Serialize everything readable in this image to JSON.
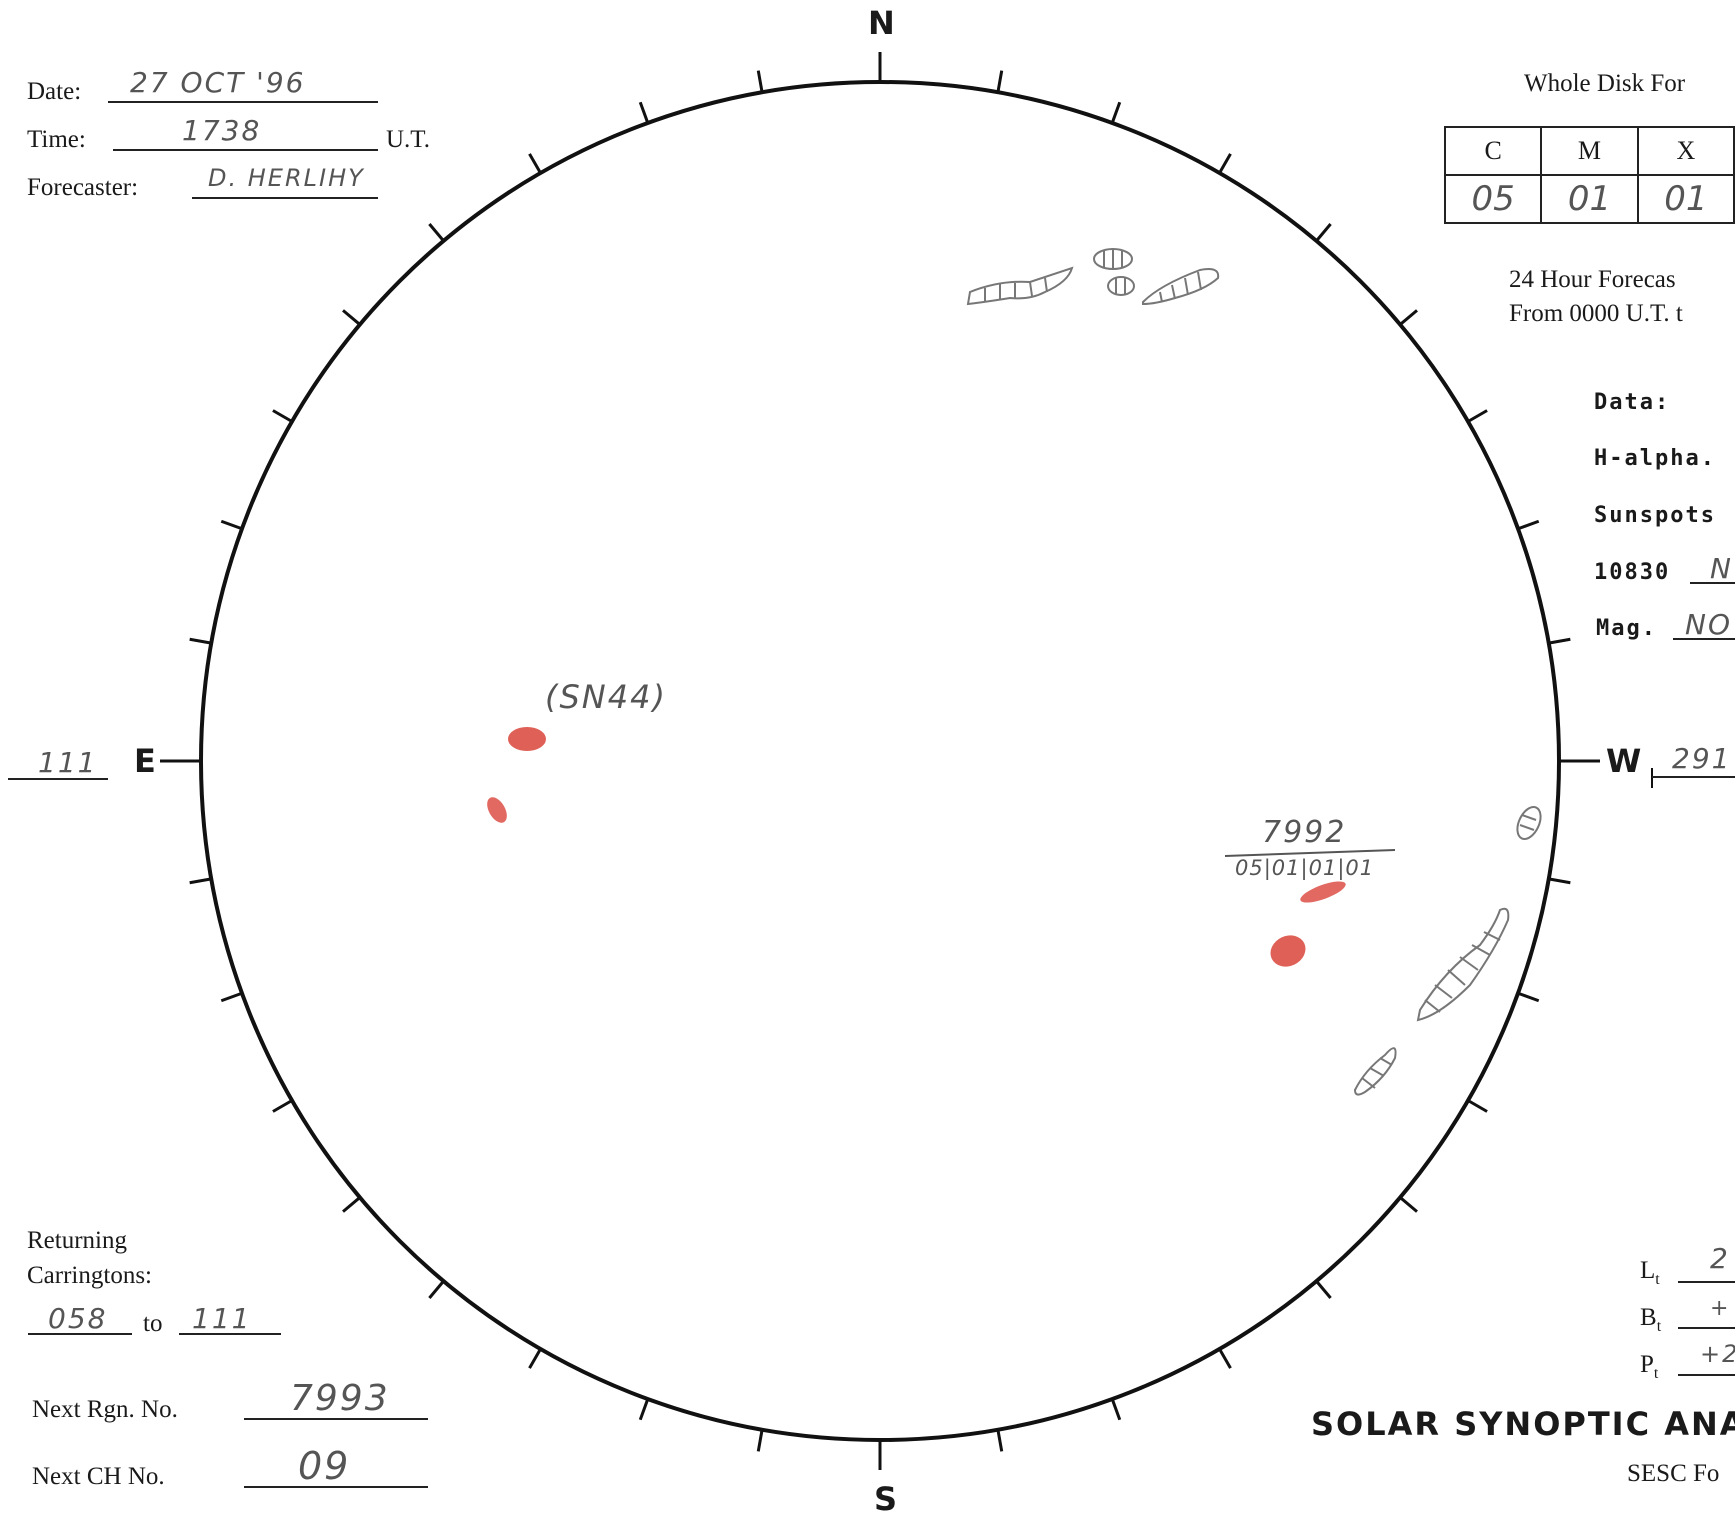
{
  "header": {
    "date_label": "Date:",
    "date_value": "27 OCT '96",
    "time_label": "Time:",
    "time_value": "1738",
    "time_unit": "U.T.",
    "forecaster_label": "Forecaster:",
    "forecaster_value": "D. HERLIHY"
  },
  "disk": {
    "north": "N",
    "south": "S",
    "east": "E",
    "west": "W",
    "east_value": "111",
    "west_value": "291",
    "annotations": [
      {
        "text": "(SN44)"
      },
      {
        "text": "7992"
      },
      {
        "text": "05|01|01|01"
      }
    ],
    "colors": {
      "spot": "#d9443a",
      "outline": "#000000",
      "filament": "#777777"
    }
  },
  "whole_disk": {
    "title": "Whole Disk For",
    "columns": [
      "C",
      "M",
      "X"
    ],
    "values": [
      "05",
      "01",
      "01"
    ]
  },
  "forecast_24": {
    "line1": "24 Hour Forecas",
    "line2": "From 0000 U.T. t"
  },
  "data_section": {
    "title": "Data:",
    "halpha": "H-alpha.",
    "sunspots": "Sunspots",
    "he10830_label": "10830",
    "he10830_value": "N",
    "mag_label": "Mag.",
    "mag_value": "NO"
  },
  "returning": {
    "line1": "Returning",
    "line2": "Carringtons:",
    "from": "058",
    "to_label": "to",
    "to": "111"
  },
  "next_rgn": {
    "label": "Next Rgn. No.",
    "value": "7993"
  },
  "next_ch": {
    "label": "Next CH No.",
    "value": "09"
  },
  "params": {
    "lt_label": "L",
    "lt_sub": "t",
    "lt_value": "2",
    "bt_label": "B",
    "bt_sub": "t",
    "bt_value": "+",
    "pt_label": "P",
    "pt_sub": "t",
    "pt_value": "+2"
  },
  "footer": {
    "title": "SOLAR SYNOPTIC ANA",
    "subtitle": "SESC Fo"
  }
}
